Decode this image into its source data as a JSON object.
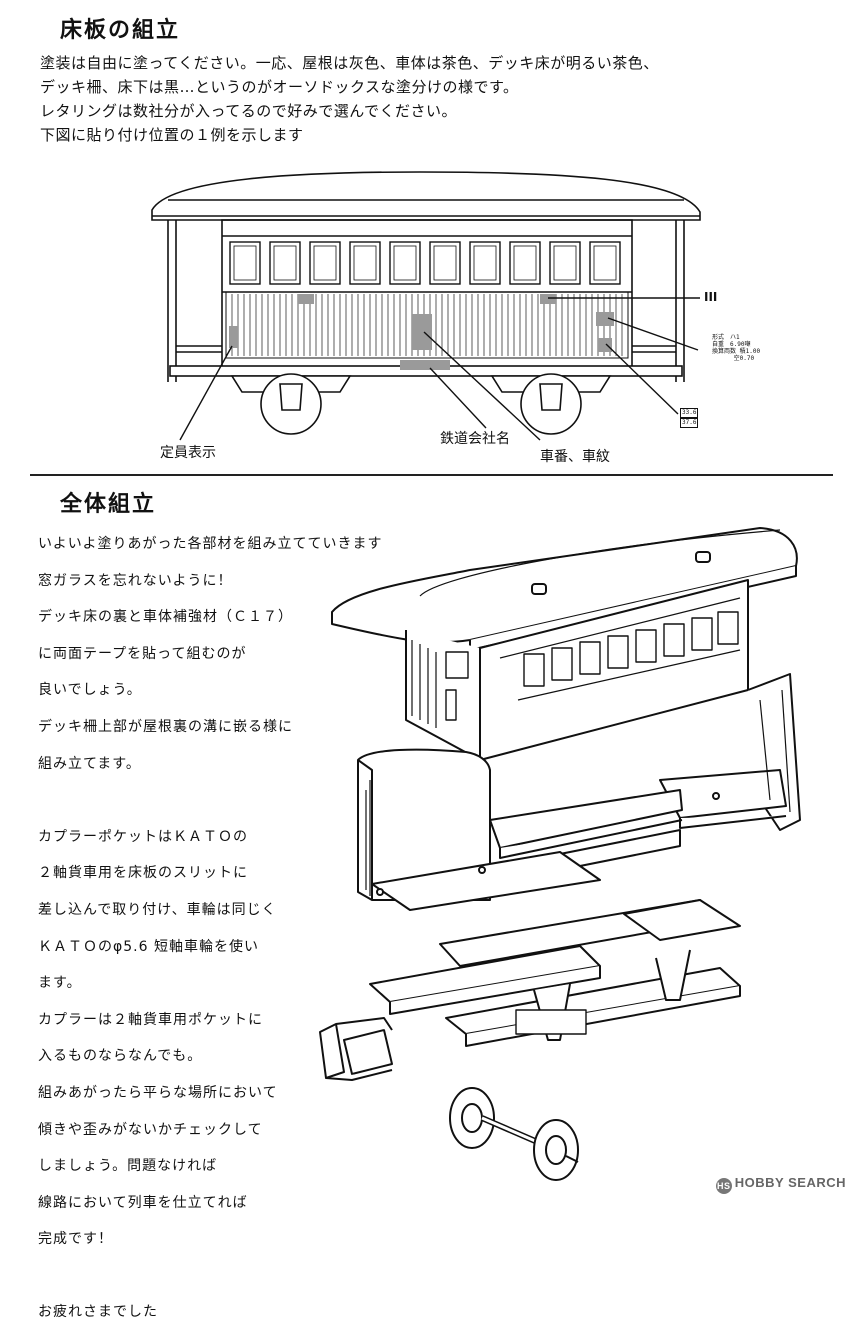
{
  "section1": {
    "title": "床板の組立",
    "lines": [
      "塗装は自由に塗ってください。一応、屋根は灰色、車体は茶色、デッキ床が明るい茶色、",
      "デッキ柵、床下は黒…というのがオーソドックスな塗分けの様です。",
      "レタリングは数社分が入ってるので好みで選んでください。",
      "下図に貼り付け位置の１例を示します"
    ],
    "labels": {
      "capacity": "定員表示",
      "company": "鉄道会社名",
      "number": "車番、車紋",
      "class_mark": "III",
      "spec1": "形式　ハ1",
      "spec2": "自重　6.90噸",
      "spec3": "換算両数 積1.00",
      "spec4": "　　　 空0.70",
      "date1": "33.6",
      "date2": "37.6"
    }
  },
  "section2": {
    "title": "全体組立",
    "lines": [
      "いよいよ塗りあがった各部材を組み立てていきます",
      "窓ガラスを忘れないように！",
      "デッキ床の裏と車体補強材（Ｃ１７）",
      "に両面テープを貼って組むのが",
      "良いでしょう。",
      "デッキ柵上部が屋根裏の溝に嵌る様に",
      "組み立てます。",
      "",
      "カプラーポケットはＫＡＴＯの",
      "２軸貨車用を床板のスリットに",
      "差し込んで取り付け、車輪は同じく",
      "ＫＡＴＯのφ5.6 短軸車輪を使い",
      "ます。",
      "カプラーは２軸貨車用ポケットに",
      "入るものならなんでも。",
      "組みあがったら平らな場所において",
      "傾きや歪みがないかチェックして",
      "しましょう。問題なければ",
      "線路において列車を仕立てれば",
      "完成です！",
      "",
      "お疲れさまでした"
    ]
  },
  "watermark": "HOBBY SEARCH"
}
